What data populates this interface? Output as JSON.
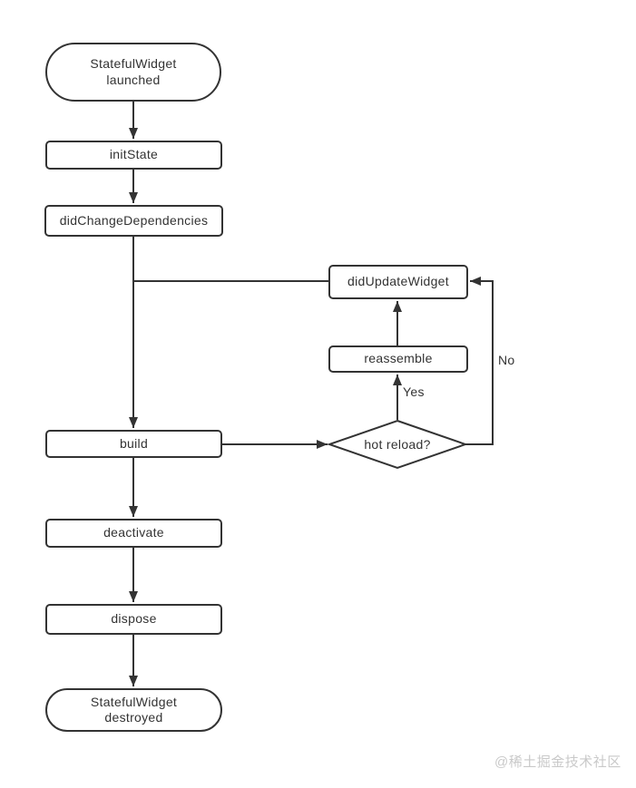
{
  "diagram": {
    "nodes": {
      "launched": {
        "label": "StatefulWidget\nlaunched"
      },
      "initState": {
        "label": "initState"
      },
      "didChangeDependencies": {
        "label": "didChangeDependencies"
      },
      "didUpdateWidget": {
        "label": "didUpdateWidget"
      },
      "reassemble": {
        "label": "reassemble"
      },
      "hotReload": {
        "label": "hot reload?"
      },
      "build": {
        "label": "build"
      },
      "deactivate": {
        "label": "deactivate"
      },
      "dispose": {
        "label": "dispose"
      },
      "destroyed": {
        "label": "StatefulWidget\ndestroyed"
      }
    },
    "edge_labels": {
      "yes": "Yes",
      "no": "No"
    },
    "colors": {
      "stroke": "#333333",
      "text": "#333333",
      "background": "#ffffff",
      "watermark": "#c9c9c9"
    }
  },
  "watermark": "@稀土掘金技术社区"
}
